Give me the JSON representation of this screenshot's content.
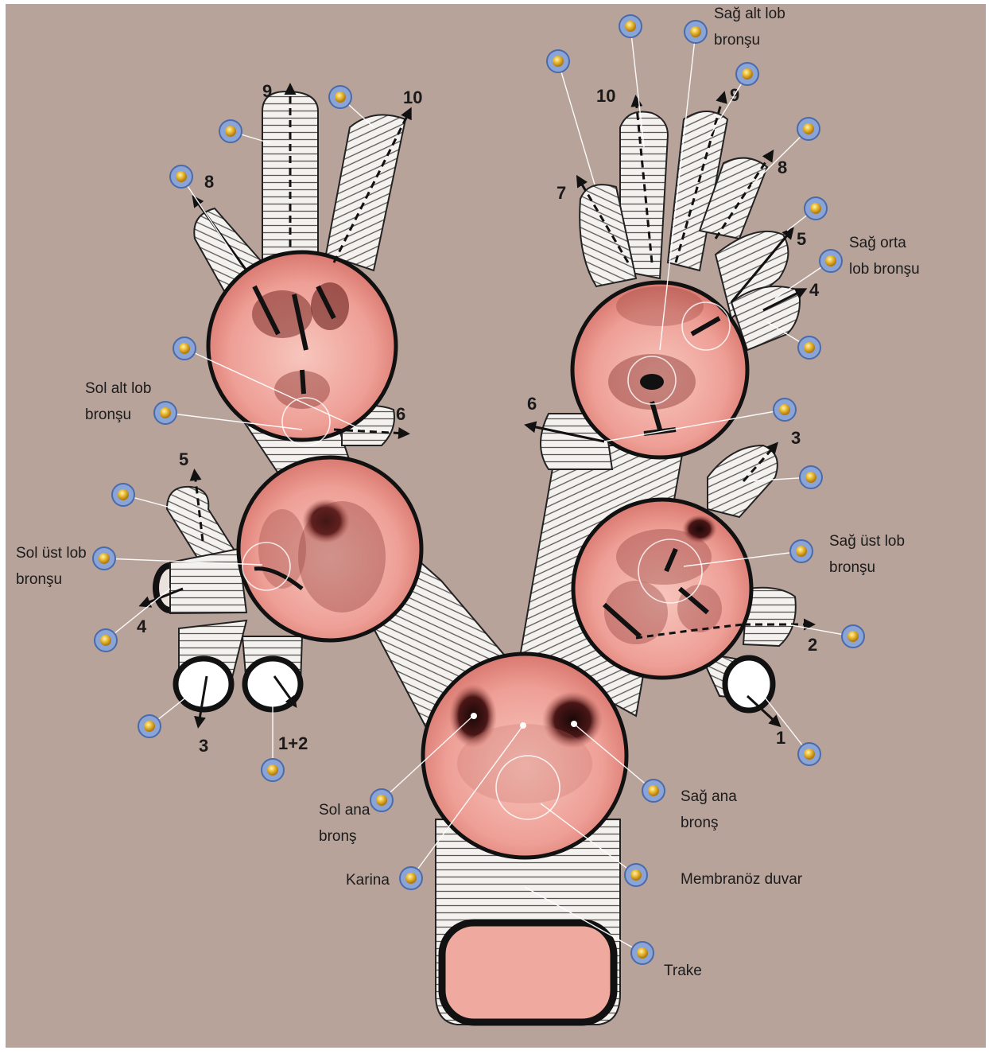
{
  "labels": {
    "sag_alt_lob": [
      "Sağ alt lob",
      "bronşu"
    ],
    "sag_orta_lob": [
      "Sağ orta",
      "lob bronşu"
    ],
    "sag_ust_lob": [
      "Sağ üst lob",
      "bronşu"
    ],
    "sol_alt_lob": [
      "Sol alt lob",
      "bronşu"
    ],
    "sol_ust_lob": [
      "Sol üst lob",
      "bronşu"
    ],
    "sol_ana": [
      "Sol ana",
      "bronş"
    ],
    "sag_ana": [
      "Sağ ana",
      "bronş"
    ],
    "karina": "Karina",
    "membranoz": "Membranöz duvar",
    "trake": "Trake"
  },
  "segments": {
    "left_lower": [
      "9",
      "10",
      "8",
      "6"
    ],
    "left_upper": [
      "5",
      "4",
      "3",
      "1+2"
    ],
    "right_lower": [
      "10",
      "9",
      "7",
      "8",
      "6"
    ],
    "right_middle": [
      "5",
      "4"
    ],
    "right_upper": [
      "3",
      "2",
      "1"
    ]
  },
  "colors": {
    "background": "#b8a39b",
    "mucosa": "#f2b3aa",
    "hotspot_ring": "#8aa4d8",
    "hotspot_core": "#e8b830"
  }
}
